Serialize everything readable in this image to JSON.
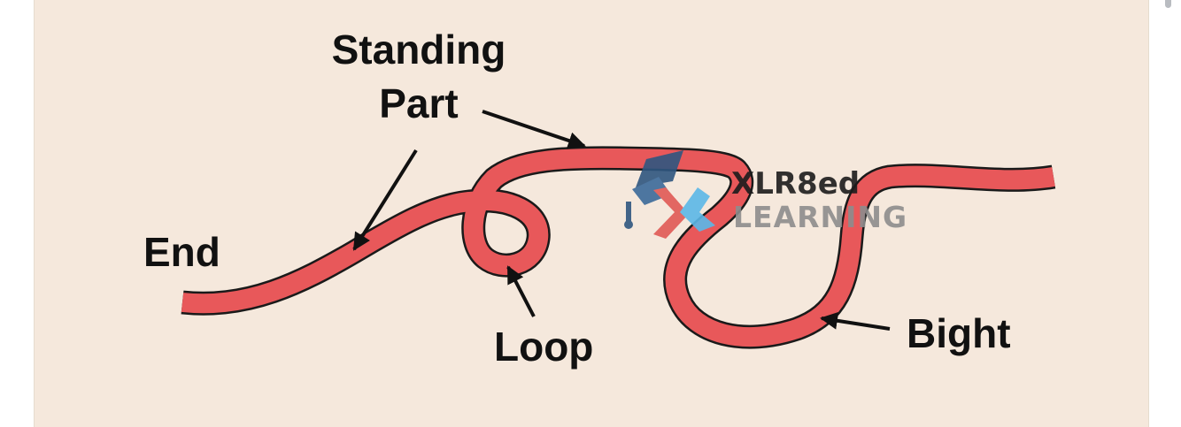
{
  "labels": {
    "standing_part_line1": "Standing",
    "standing_part_line2": "Part",
    "end": "End",
    "loop": "Loop",
    "bight": "Bight"
  },
  "watermark": {
    "brand": "XLR8ed",
    "subtitle": "LEARNING",
    "icon": "graduation-cap-icon"
  },
  "colors": {
    "background": "#f5e8dc",
    "rope_fill": "#e8585a",
    "rope_outline": "#1a1a1a",
    "text": "#111111"
  }
}
